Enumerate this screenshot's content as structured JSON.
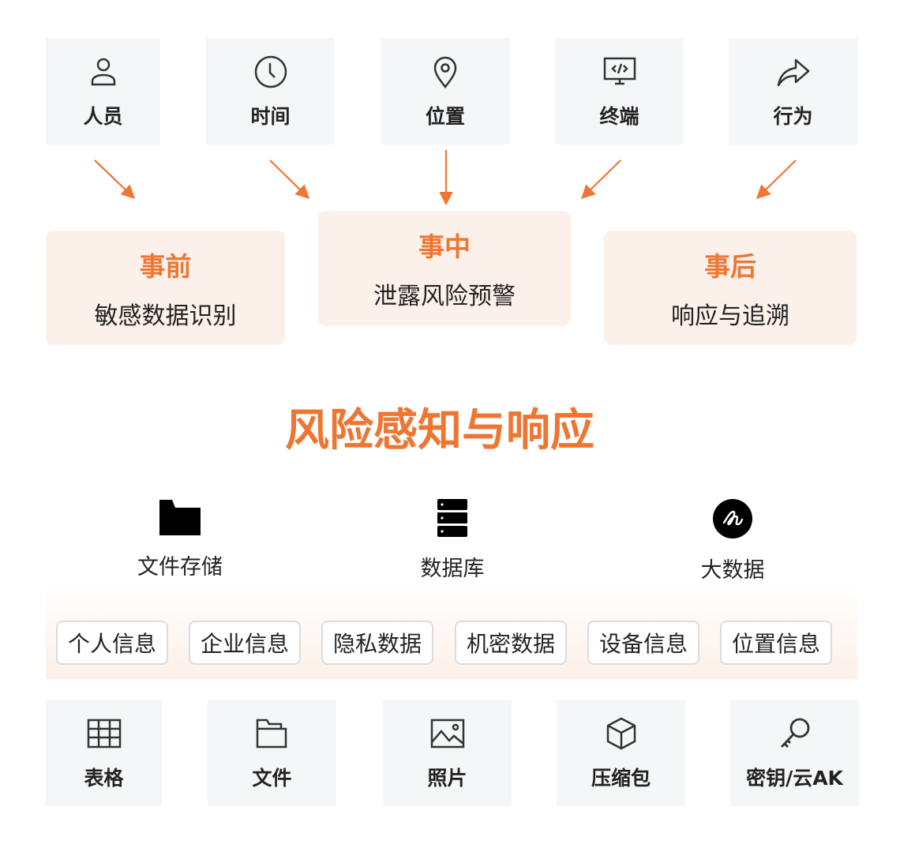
{
  "sources": [
    {
      "label": "人员",
      "icon": "person-icon"
    },
    {
      "label": "时间",
      "icon": "clock-icon"
    },
    {
      "label": "位置",
      "icon": "location-pin-icon"
    },
    {
      "label": "终端",
      "icon": "terminal-monitor-icon"
    },
    {
      "label": "行为",
      "icon": "share-arrow-icon"
    }
  ],
  "phases": [
    {
      "title": "事前",
      "subtitle": "敏感数据识别"
    },
    {
      "title": "事中",
      "subtitle": "泄露风险预警"
    },
    {
      "title": "事后",
      "subtitle": "响应与追溯"
    }
  ],
  "main_title": "风险感知与响应",
  "storage": [
    {
      "label": "文件存储",
      "icon": "folder-icon"
    },
    {
      "label": "数据库",
      "icon": "database-icon"
    },
    {
      "label": "大数据",
      "icon": "big-data-icon"
    }
  ],
  "tags": [
    "个人信息",
    "企业信息",
    "隐私数据",
    "机密数据",
    "设备信息",
    "位置信息"
  ],
  "formats": [
    {
      "label": "表格",
      "icon": "table-icon"
    },
    {
      "label": "文件",
      "icon": "folder-open-icon"
    },
    {
      "label": "照片",
      "icon": "image-icon"
    },
    {
      "label": "压缩包",
      "icon": "package-icon"
    },
    {
      "label": "密钥/云AK",
      "icon": "key-icon"
    }
  ],
  "colors": {
    "accent": "#ee7633",
    "phase_bg": "#fcf0ea",
    "box_bg": "#f5f6f8"
  }
}
